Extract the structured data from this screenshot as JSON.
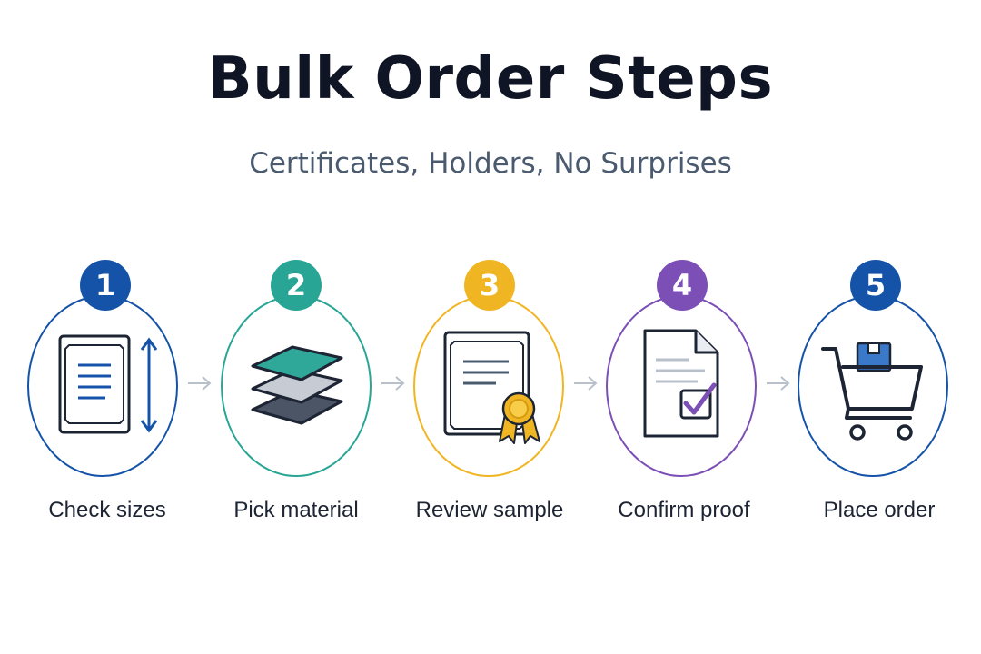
{
  "title": "Bulk Order Steps",
  "subtitle": "Certificates, Holders, No Surprises",
  "steps": [
    {
      "number": "1",
      "label": "Check sizes",
      "color": "#1553a8",
      "icon": "certificate-size-icon"
    },
    {
      "number": "2",
      "label": "Pick material",
      "color": "#28a595",
      "icon": "material-layers-icon"
    },
    {
      "number": "3",
      "label": "Review sample",
      "color": "#f0b522",
      "icon": "certificate-ribbon-icon"
    },
    {
      "number": "4",
      "label": "Confirm proof",
      "color": "#7b4fb5",
      "icon": "document-check-icon"
    },
    {
      "number": "5",
      "label": "Place order",
      "color": "#1553a8",
      "icon": "shopping-cart-icon"
    }
  ]
}
